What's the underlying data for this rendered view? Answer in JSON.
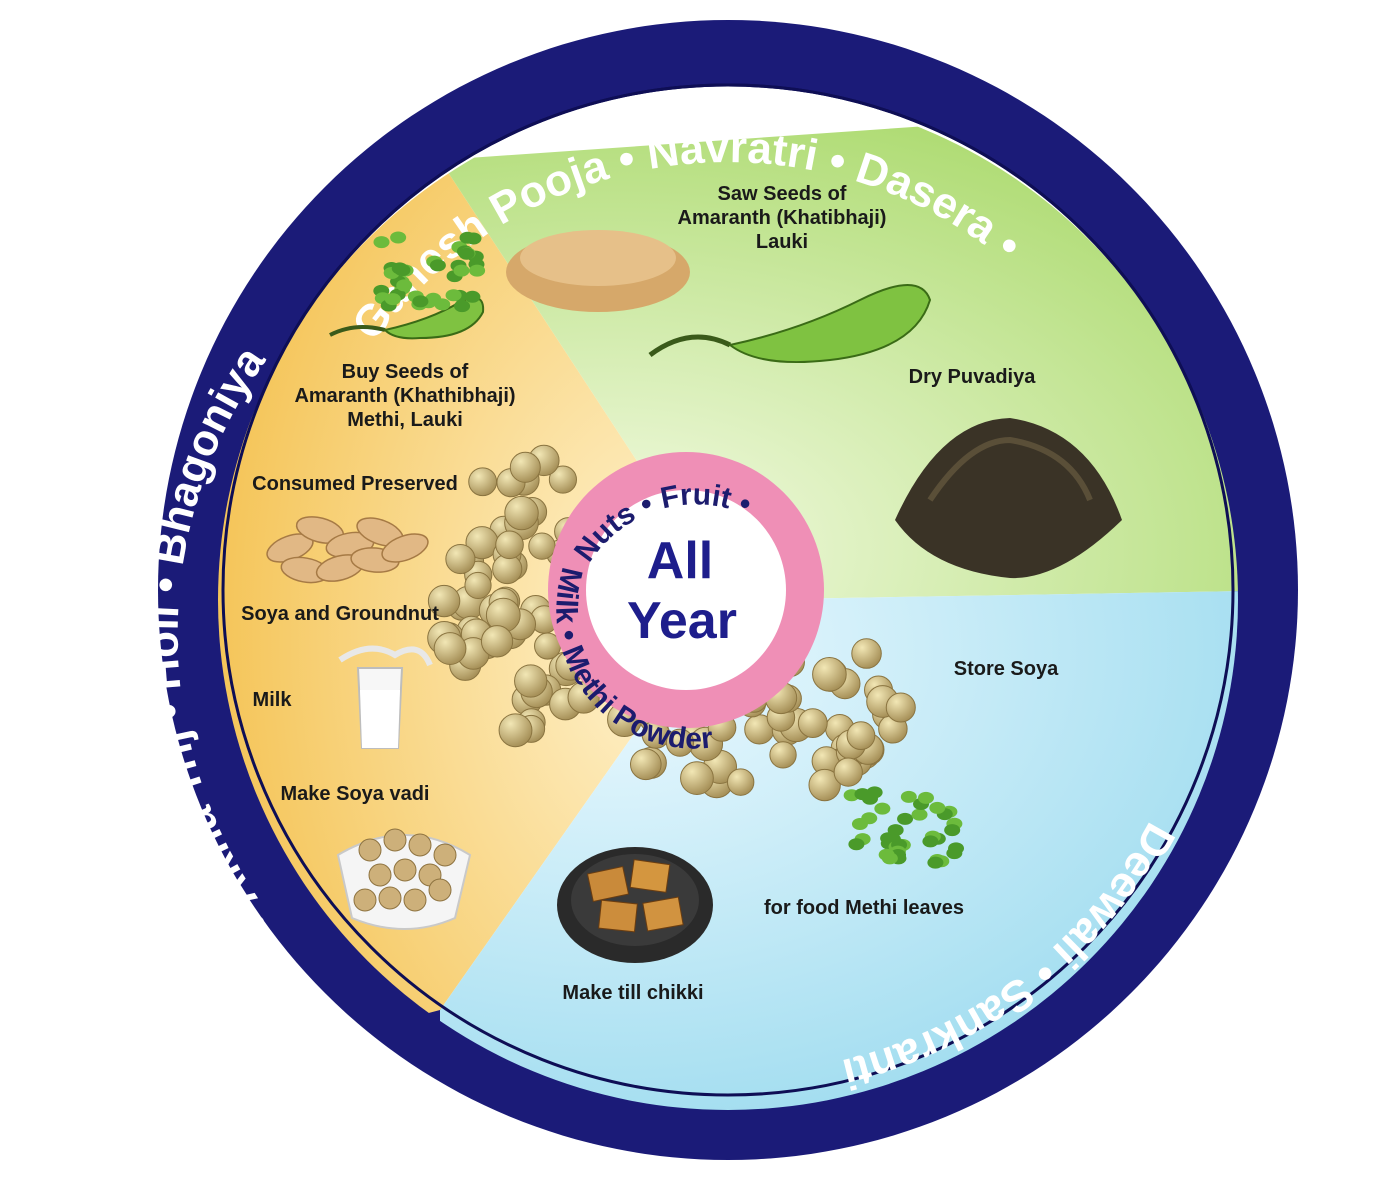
{
  "outer_ring": {
    "top_text": "Ganesh Pooja • Navratri • Dasera •",
    "left_text": "• Akha Trij • Holi • Bhagoniya",
    "bottom_text": "Deewali • Sankranti",
    "color": "#1b1b78"
  },
  "hub": {
    "title_line1": "All",
    "title_line2": "Year",
    "ring_top": "Nuts  •  Fruit  •",
    "ring_bottom": "Milk  •  Methi Powder",
    "ring_color": "#ef8fb6"
  },
  "sections": {
    "left": {
      "color": "#f4c04a",
      "buy_seeds": [
        "Buy Seeds of",
        "Amaranth (Khathibhaji)",
        "Methi, Lauki"
      ],
      "consumed": "Consumed Preserved",
      "soya_groundnut": "Soya and Groundnut",
      "milk": "Milk",
      "soya_vadi": "Make Soya vadi"
    },
    "top_right": {
      "color": "#bfe08a",
      "saw_seeds": [
        "Saw Seeds of",
        "Amaranth (Khatibhaji)",
        "Lauki"
      ],
      "dry": "Dry Puvadiya"
    },
    "bottom_right": {
      "color": "#a9e1ef",
      "store": "Store Soya",
      "methi": "for food Methi leaves",
      "chikki": "Make till chikki"
    }
  },
  "icons": [
    "amaranth-seed-pile-icon",
    "lauki-gourd-icon",
    "methi-leaves-icon",
    "puvadiya-seed-pile-icon",
    "peanuts-icon",
    "milk-glass-icon",
    "soya-vadi-bowl-icon",
    "soybeans-icon",
    "til-chikki-plate-icon"
  ]
}
